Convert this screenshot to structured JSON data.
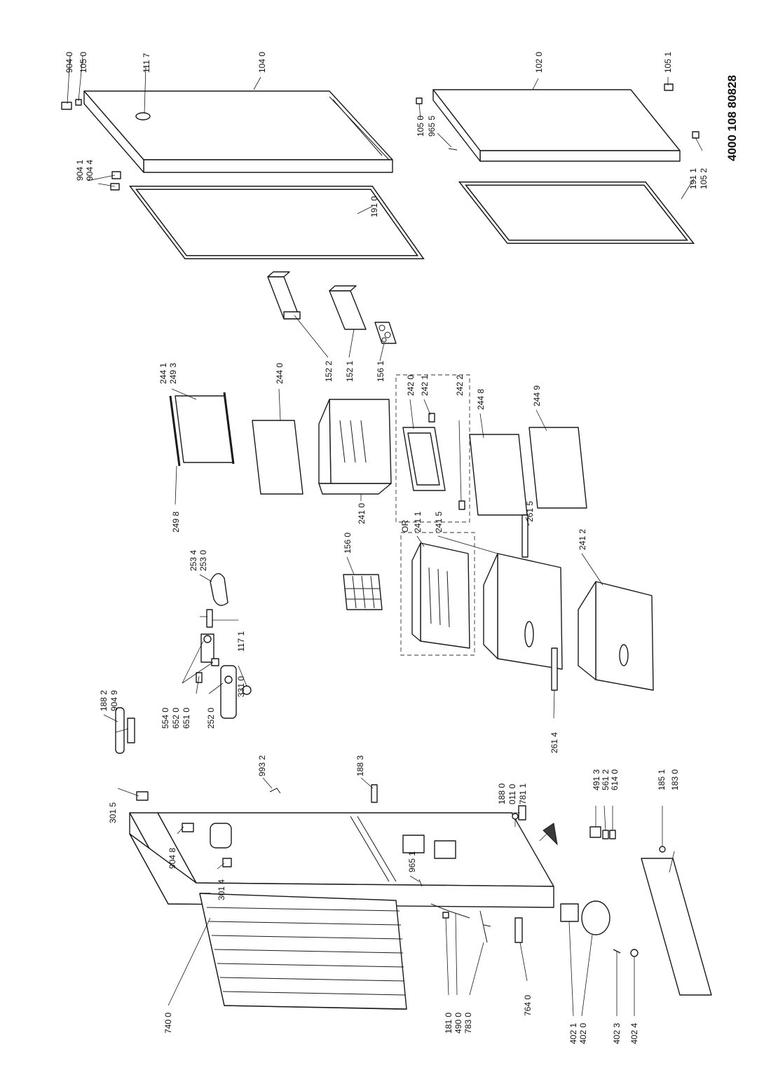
{
  "drawing_code": "4000 108 80828",
  "or_label": "OR",
  "labels": {
    "p9040": "904 0",
    "p1050a": "105 0",
    "p1117": "111 7",
    "p1040": "104 0",
    "p9041": "904 1",
    "p9044": "904 4",
    "p1910": "191 0",
    "p1020": "102 0",
    "p1051": "105 1",
    "p1050b": "105 0",
    "p9655": "965 5",
    "p1911": "191 1",
    "p1052": "105 2",
    "p1522": "152 2",
    "p1521": "152 1",
    "p1561": "156 1",
    "p2441": "244 1",
    "p2493": "249 3",
    "p2498": "249 8",
    "p2440": "244 0",
    "p2410": "241 0",
    "p2420": "242 0",
    "p2421": "242 1",
    "p2422": "242 2",
    "p2448": "244 8",
    "p2449": "244 9",
    "p1560": "156 0",
    "p2411": "241 1",
    "p2415": "241 5",
    "p2615": "261 5",
    "p2412": "241 2",
    "p2614": "261 4",
    "p2534": "253 4",
    "p2530": "253 0",
    "p1171": "117 1",
    "p3310": "331 0",
    "p5540": "554 0",
    "p6520": "652 0",
    "p6510": "651 0",
    "p2520": "252 0",
    "p1882": "188 2",
    "p9049": "904 9",
    "p9932": "993 2",
    "p1883": "188 3",
    "p3015": "301 5",
    "p9048": "904 8",
    "p3014": "301 4",
    "p9651": "965 1",
    "p1880": "188 0",
    "p0110": "011 0",
    "p7811": "781 1",
    "p7400": "740 0",
    "p1810": "181 0",
    "p4900": "490 0",
    "p7830": "783 0",
    "p7640": "764 0",
    "p4021": "402 1",
    "p4020": "402 0",
    "p4023": "402 3",
    "p4024": "402 4",
    "p4913": "491 3",
    "p5612": "561 2",
    "p6140": "614 0",
    "p1851": "185 1",
    "p1830": "183 0"
  }
}
